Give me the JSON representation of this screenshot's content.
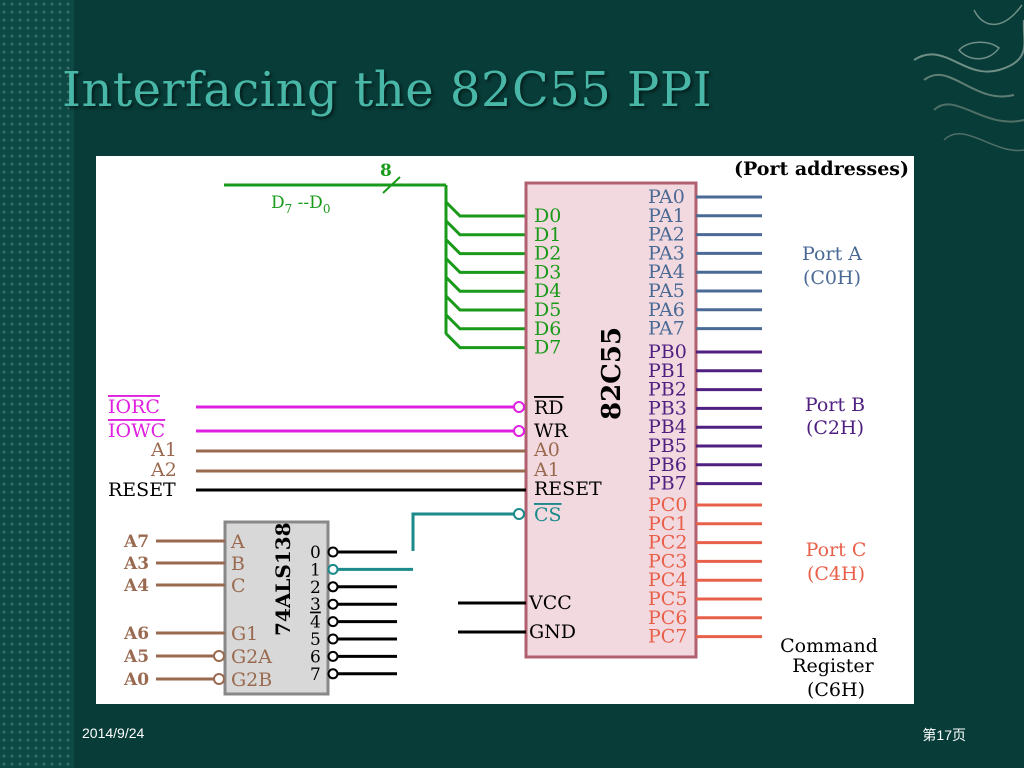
{
  "slide": {
    "title": "Interfacing the 82C55 PPI",
    "date": "2014/9/24",
    "page": "第17页"
  },
  "diagram": {
    "port_addresses_label": "(Port addresses)",
    "bus_width": "8",
    "bus_label": {
      "d7": "D",
      "d7_sub": "7",
      "sep": " --D",
      "d0_sub": "0"
    },
    "chip_82c55": {
      "name": "82C55",
      "data_pins": [
        "D0",
        "D1",
        "D2",
        "D3",
        "D4",
        "D5",
        "D6",
        "D7"
      ],
      "control_pins": [
        "RD",
        "WR",
        "A0",
        "A1",
        "RESET",
        "CS"
      ],
      "power_pins": [
        "VCC",
        "GND"
      ],
      "port_a_pins": [
        "PA0",
        "PA1",
        "PA2",
        "PA3",
        "PA4",
        "PA5",
        "PA6",
        "PA7"
      ],
      "port_b_pins": [
        "PB0",
        "PB1",
        "PB2",
        "PB3",
        "PB4",
        "PB5",
        "PB6",
        "PB7"
      ],
      "port_c_pins": [
        "PC0",
        "PC1",
        "PC2",
        "PC3",
        "PC4",
        "PC5",
        "PC6",
        "PC7"
      ]
    },
    "input_signals": [
      "IORC",
      "IOWC",
      "A1",
      "A2",
      "RESET"
    ],
    "decoder": {
      "name": "74ALS138",
      "input_pins": [
        "A",
        "B",
        "C",
        "G1",
        "G2A",
        "G2B"
      ],
      "input_signals": [
        "A7",
        "A3",
        "A4",
        "A6",
        "A5",
        "A0"
      ],
      "outputs": [
        "0",
        "1",
        "2",
        "3",
        "4",
        "5",
        "6",
        "7"
      ]
    },
    "ports": {
      "a": {
        "name": "Port A",
        "addr": "(C0H)"
      },
      "b": {
        "name": "Port B",
        "addr": "(C2H)"
      },
      "c": {
        "name": "Port C",
        "addr": "(C4H)"
      },
      "cmd": {
        "line1": "Command",
        "line2": "Register",
        "addr": "(C6H)"
      }
    },
    "colors": {
      "data_bus": "#1a9a1a",
      "port_a": "#4a6a95",
      "port_b": "#4f2080",
      "port_c": "#e8604a",
      "control": "#e020e0",
      "address": "#9a6a50",
      "chip_select": "#1a8a8a",
      "chip_fill": "#f2d9df",
      "chip_border": "#b06070",
      "decoder_fill": "#d8d8d8"
    }
  }
}
